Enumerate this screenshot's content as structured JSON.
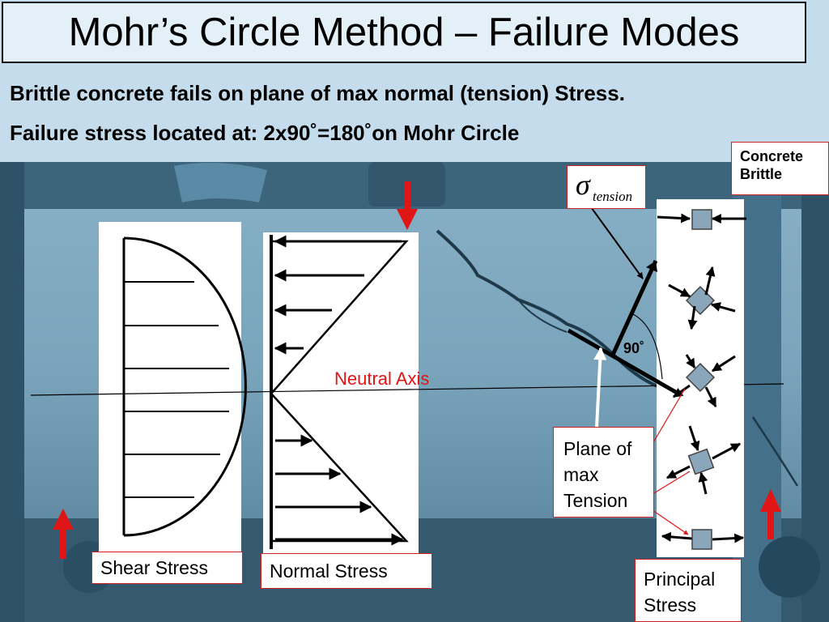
{
  "slide": {
    "title": "Mohr’s Circle Method – Failure Modes",
    "subtitle_line1": "Brittle concrete fails on plane of max normal (tension) Stress.",
    "subtitle_line2": "Failure stress located at: 2x90˚=180˚on Mohr Circle"
  },
  "labels": {
    "concrete_line1": "Concrete",
    "concrete_line2": "Brittle",
    "sigma_symbol": "σ",
    "sigma_subscript": "tension",
    "angle": "90˚",
    "neutral_axis": "Neutral Axis",
    "plane_line1": "Plane of",
    "plane_line2": "max",
    "plane_line3": "Tension",
    "principal_line1": "Principal",
    "principal_line2": "Stress",
    "shear_stress": "Shear Stress",
    "normal_stress": "Normal Stress"
  },
  "colors": {
    "photo_base": "#6f99b1",
    "photo_dark": "#2f5368",
    "header_bg": "#c5dcec",
    "accent_red": "#e01515",
    "element_fill": "#8aa6ba"
  }
}
